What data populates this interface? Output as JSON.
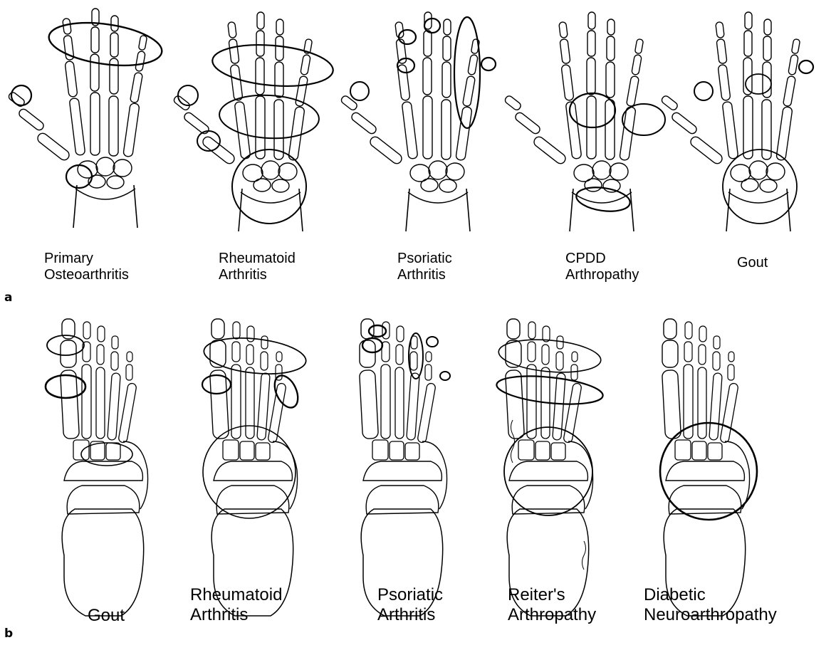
{
  "panel_a": {
    "letter": "a",
    "labels": [
      {
        "line1": "Primary",
        "line2": "Osteoarthritis"
      },
      {
        "line1": "Rheumatoid",
        "line2": "Arthritis"
      },
      {
        "line1": "Psoriatic",
        "line2": "Arthritis"
      },
      {
        "line1": "CPDD",
        "line2": "Arthropathy"
      },
      {
        "line1": "Gout",
        "line2": ""
      }
    ]
  },
  "panel_b": {
    "letter": "b",
    "labels": [
      {
        "line1": "",
        "line2": "Gout"
      },
      {
        "line1": "Rheumatoid",
        "line2": "Arthritis"
      },
      {
        "line1": "Psoriatic",
        "line2": "Arthritis"
      },
      {
        "line1": "Reiter's",
        "line2": "Arthropathy"
      },
      {
        "line1": "Diabetic",
        "line2": "Neuroarthropathy"
      }
    ]
  },
  "colors": {
    "stroke": "#000000",
    "background": "#ffffff"
  }
}
